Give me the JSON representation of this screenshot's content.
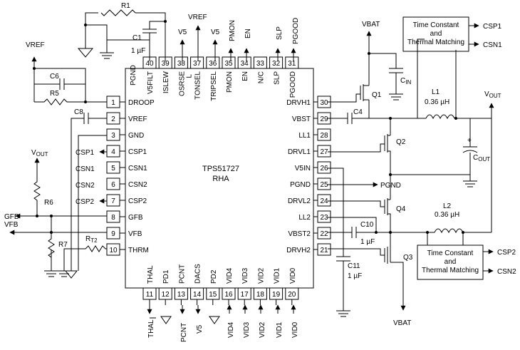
{
  "chip": {
    "name": "TPS51727",
    "package": "RHA",
    "pins_left": [
      {
        "num": "1",
        "name": "DROOP"
      },
      {
        "num": "2",
        "name": "VREF"
      },
      {
        "num": "3",
        "name": "GND"
      },
      {
        "num": "4",
        "name": "CSP1"
      },
      {
        "num": "5",
        "name": "CSN1"
      },
      {
        "num": "6",
        "name": "CSN2"
      },
      {
        "num": "7",
        "name": "CSP2"
      },
      {
        "num": "8",
        "name": "GFB"
      },
      {
        "num": "9",
        "name": "VFB"
      },
      {
        "num": "10",
        "name": "THRM"
      }
    ],
    "pins_right": [
      {
        "num": "30",
        "name": "DRVH1"
      },
      {
        "num": "29",
        "name": "VBST"
      },
      {
        "num": "28",
        "name": "LL1"
      },
      {
        "num": "27",
        "name": "DRVL1"
      },
      {
        "num": "26",
        "name": "V5IN"
      },
      {
        "num": "25",
        "name": "PGND"
      },
      {
        "num": "24",
        "name": "DRVL2"
      },
      {
        "num": "23",
        "name": "LL2"
      },
      {
        "num": "22",
        "name": "VBST2"
      },
      {
        "num": "21",
        "name": "DRVH2"
      }
    ],
    "pins_top": [
      {
        "num": "40",
        "name": "V5FILT"
      },
      {
        "num": "39",
        "name": "ISLEW"
      },
      {
        "num": "38",
        "name": "OSRSE",
        "sub": "L"
      },
      {
        "num": "37",
        "name": "TONSEL"
      },
      {
        "num": "36",
        "name": "TRIPSEL"
      },
      {
        "num": "35",
        "name": "PMON"
      },
      {
        "num": "34",
        "name": "EN"
      },
      {
        "num": "33",
        "name": "N/C"
      },
      {
        "num": "32",
        "name": "SLP"
      },
      {
        "num": "31",
        "name": "PGOOD"
      }
    ],
    "pins_bottom": [
      {
        "num": "11",
        "name": "THAL"
      },
      {
        "num": "12",
        "name": "PD1"
      },
      {
        "num": "13",
        "name": "PCNT"
      },
      {
        "num": "14",
        "name": "DACS"
      },
      {
        "num": "15",
        "name": "PD2"
      },
      {
        "num": "16",
        "name": "VID4"
      },
      {
        "num": "17",
        "name": "VID3"
      },
      {
        "num": "18",
        "name": "VID2"
      },
      {
        "num": "19",
        "name": "VID1"
      },
      {
        "num": "20",
        "name": "VID0"
      }
    ],
    "pgnd_label": "PGND"
  },
  "labels": {
    "vref_left": "VREF",
    "vref_top": "VREF",
    "v5_a": "V5",
    "v5_b": "V5",
    "pmon_ext": "PMON",
    "en_ext": "EN",
    "slp_ext": "SLP",
    "pgood_ext": "PGOOD",
    "vbat_top": "VBAT",
    "vbat_bottom": "VBAT",
    "vout_left": "V",
    "vout_left_sub": "OUT",
    "vout_right": "V",
    "vout_right_sub": "OUT",
    "gfb_ext": "GFB",
    "vfb_ext": "VFB",
    "csp1_left": "CSP1",
    "csn1_left": "CSN1",
    "csn2_left": "CSN2",
    "csp2_left": "CSP2",
    "pgnd_ext": "PGND",
    "thal_ext": "THAL",
    "pcnt_ext": "PCNT",
    "v5_bottom": "V5",
    "vid4_ext": "VID4",
    "vid3_ext": "VID3",
    "vid2_ext": "VID2",
    "vid1_ext": "VID1",
    "vid0_ext": "VID0",
    "csp1_right": "CSP1",
    "csn1_right": "CSN1",
    "csp2_right": "CSP2",
    "csn2_right": "CSN2"
  },
  "components": {
    "r1": "R1",
    "c1": "C1",
    "c1_val": "1 µF",
    "c6": "C6",
    "r5": "R5",
    "c8": "C8",
    "r6": "R6",
    "r7": "R7",
    "rt2": "R",
    "rt2_sub": "T2",
    "q1": "Q1",
    "q2": "Q2",
    "q3": "Q3",
    "q4": "Q4",
    "cin": "C",
    "cin_sub": "IN",
    "c4": "C4",
    "l1": "L1",
    "l1_val": "0.36 µH",
    "l2": "L2",
    "l2_val": "0.36 µH",
    "cout": "C",
    "cout_sub": "OUT",
    "cout_plus": "+",
    "c10": "C10",
    "c10_val": "1 µF",
    "c11": "C11",
    "c11_val": "1 µF"
  },
  "blocks": {
    "tc1": [
      "Time Constant",
      "and",
      "Thermal Matching"
    ],
    "tc2": [
      "Time Constant",
      "and",
      "Thermal Matching"
    ]
  }
}
